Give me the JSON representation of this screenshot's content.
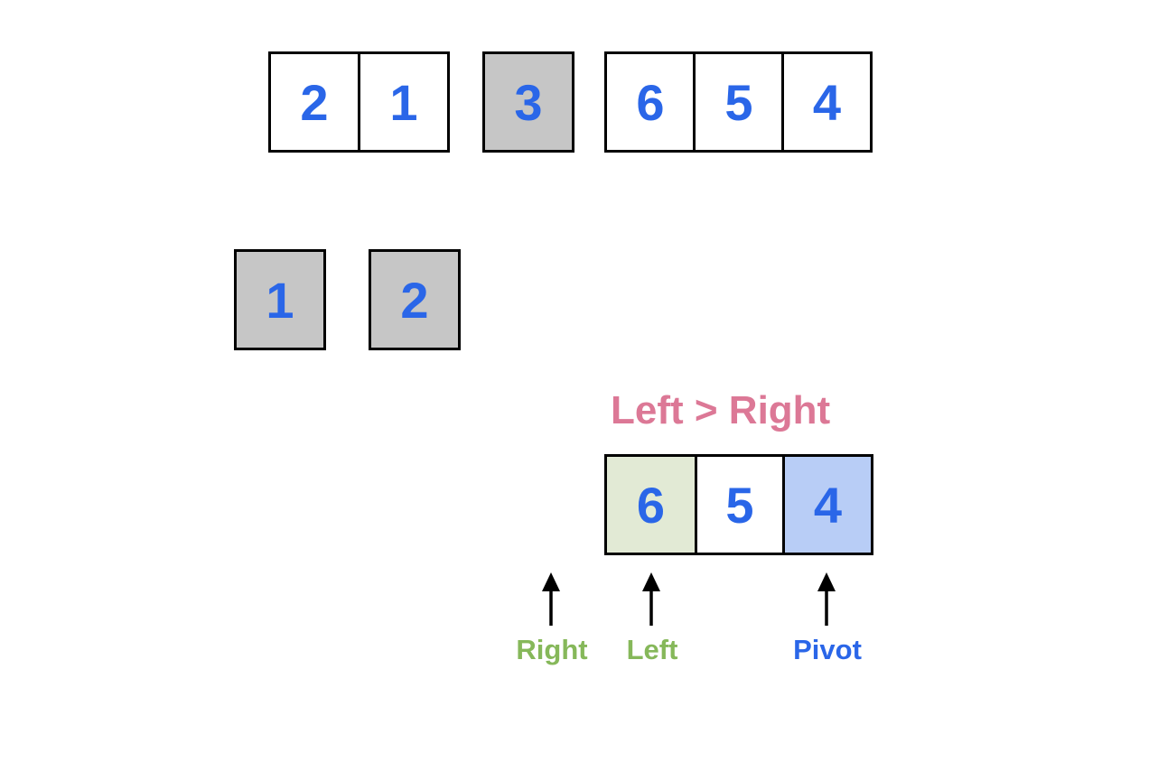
{
  "colors": {
    "digit": "#2a66e8",
    "heading": "#dc7896",
    "pointer_green": "#86b85a",
    "pointer_blue": "#2a66e8",
    "cell_white": "#ffffff",
    "cell_gray": "#c6c6c6",
    "cell_green": "#e2ead5",
    "cell_blue": "#b8cdf6"
  },
  "row1": {
    "left_partition": [
      "2",
      "1"
    ],
    "pivot": "3",
    "right_partition": [
      "6",
      "5",
      "4"
    ]
  },
  "row2": {
    "sorted": [
      "1",
      "2"
    ]
  },
  "current": {
    "heading": "Left > Right",
    "cells": [
      "6",
      "5",
      "4"
    ],
    "pointers": {
      "right": "Right",
      "left": "Left",
      "pivot": "Pivot"
    }
  }
}
